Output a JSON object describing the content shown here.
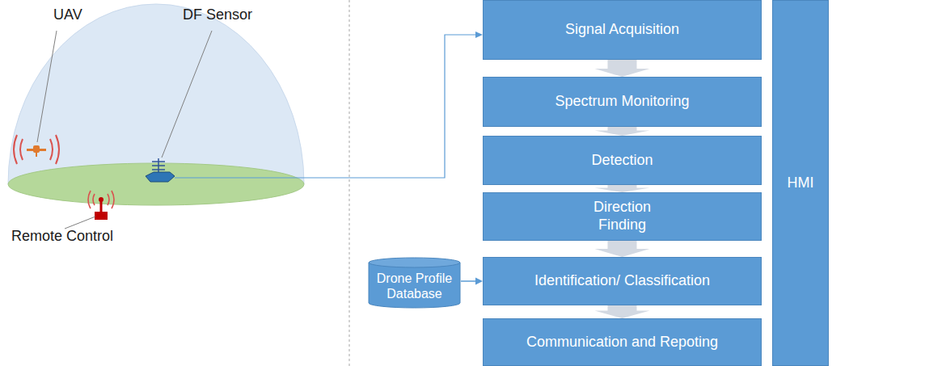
{
  "diagram": {
    "nodes": [
      {
        "text": [
          "Signal Acquisition"
        ]
      },
      {
        "text": [
          "Spectrum Monitoring"
        ]
      },
      {
        "text": [
          "Detection"
        ]
      },
      {
        "text": [
          "Direction Finding"
        ]
      },
      {
        "text": [
          "Identification/ Classification"
        ]
      },
      {
        "text": [
          "Communication and Repoting"
        ]
      },
      {
        "text": [
          "HMI"
        ]
      },
      {
        "text": [
          "Drone Profile Database"
        ]
      }
    ],
    "edges": [
      {
        "from": 0,
        "to": 1,
        "arrow": "to"
      },
      {
        "from": 1,
        "to": 2,
        "arrow": "to"
      },
      {
        "from": 2,
        "to": 3,
        "arrow": "to"
      },
      {
        "from": 3,
        "to": 4,
        "arrow": "to"
      },
      {
        "from": 4,
        "to": 5,
        "arrow": "to"
      },
      {
        "from": 7,
        "to": 4,
        "arrow": "to"
      }
    ],
    "labels": [
      "UAV",
      "DF Sensor",
      "Remote Control"
    ]
  }
}
